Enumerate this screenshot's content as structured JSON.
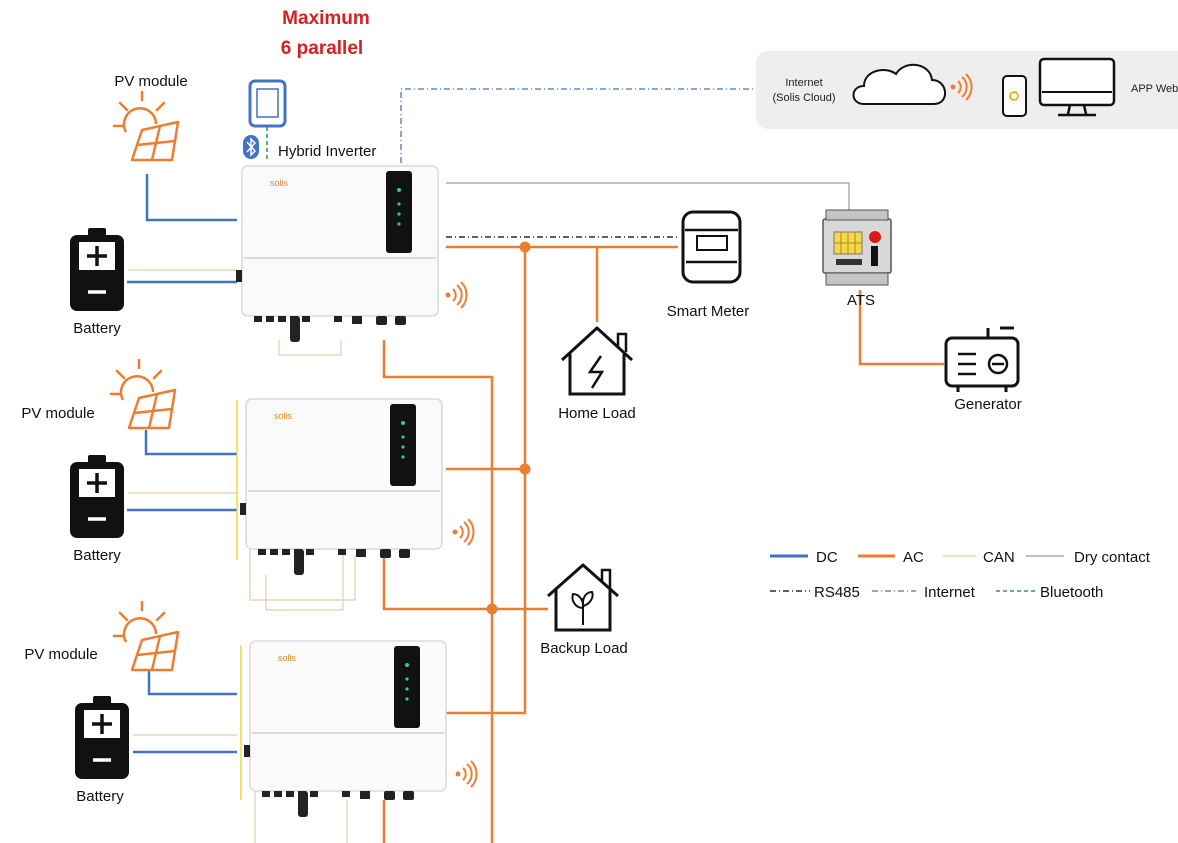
{
  "title": {
    "line1": "Maximum",
    "line2": "6 parallel"
  },
  "cloud_panel": {
    "internet_line1": "Internet",
    "internet_line2": "(Solis Cloud)",
    "app_label": "APP Web"
  },
  "labels": {
    "pv_module_1": "PV module",
    "pv_module_2": "PV module",
    "pv_module_3": "PV module",
    "battery_1": "Battery",
    "battery_2": "Battery",
    "battery_3": "Battery",
    "hybrid_inverter": "Hybrid Inverter",
    "smart_meter": "Smart Meter",
    "home_load": "Home Load",
    "backup_load": "Backup Load",
    "ats": "ATS",
    "generator": "Generator",
    "inverter_brand": "solis"
  },
  "legend": {
    "dc": "DC",
    "ac": "AC",
    "can": "CAN",
    "dry_contact": "Dry contact",
    "rs485": "RS485",
    "internet": "Internet",
    "bluetooth": "Bluetooth"
  },
  "colors": {
    "dc": "#4472c4",
    "ac": "#ed7d31",
    "can": "#e8d6b8",
    "dry_contact": "#9a9a9a",
    "rs485": "#000000",
    "internet": "#4472c4",
    "bluetooth": "#2e9b48",
    "title": "#d92020"
  }
}
